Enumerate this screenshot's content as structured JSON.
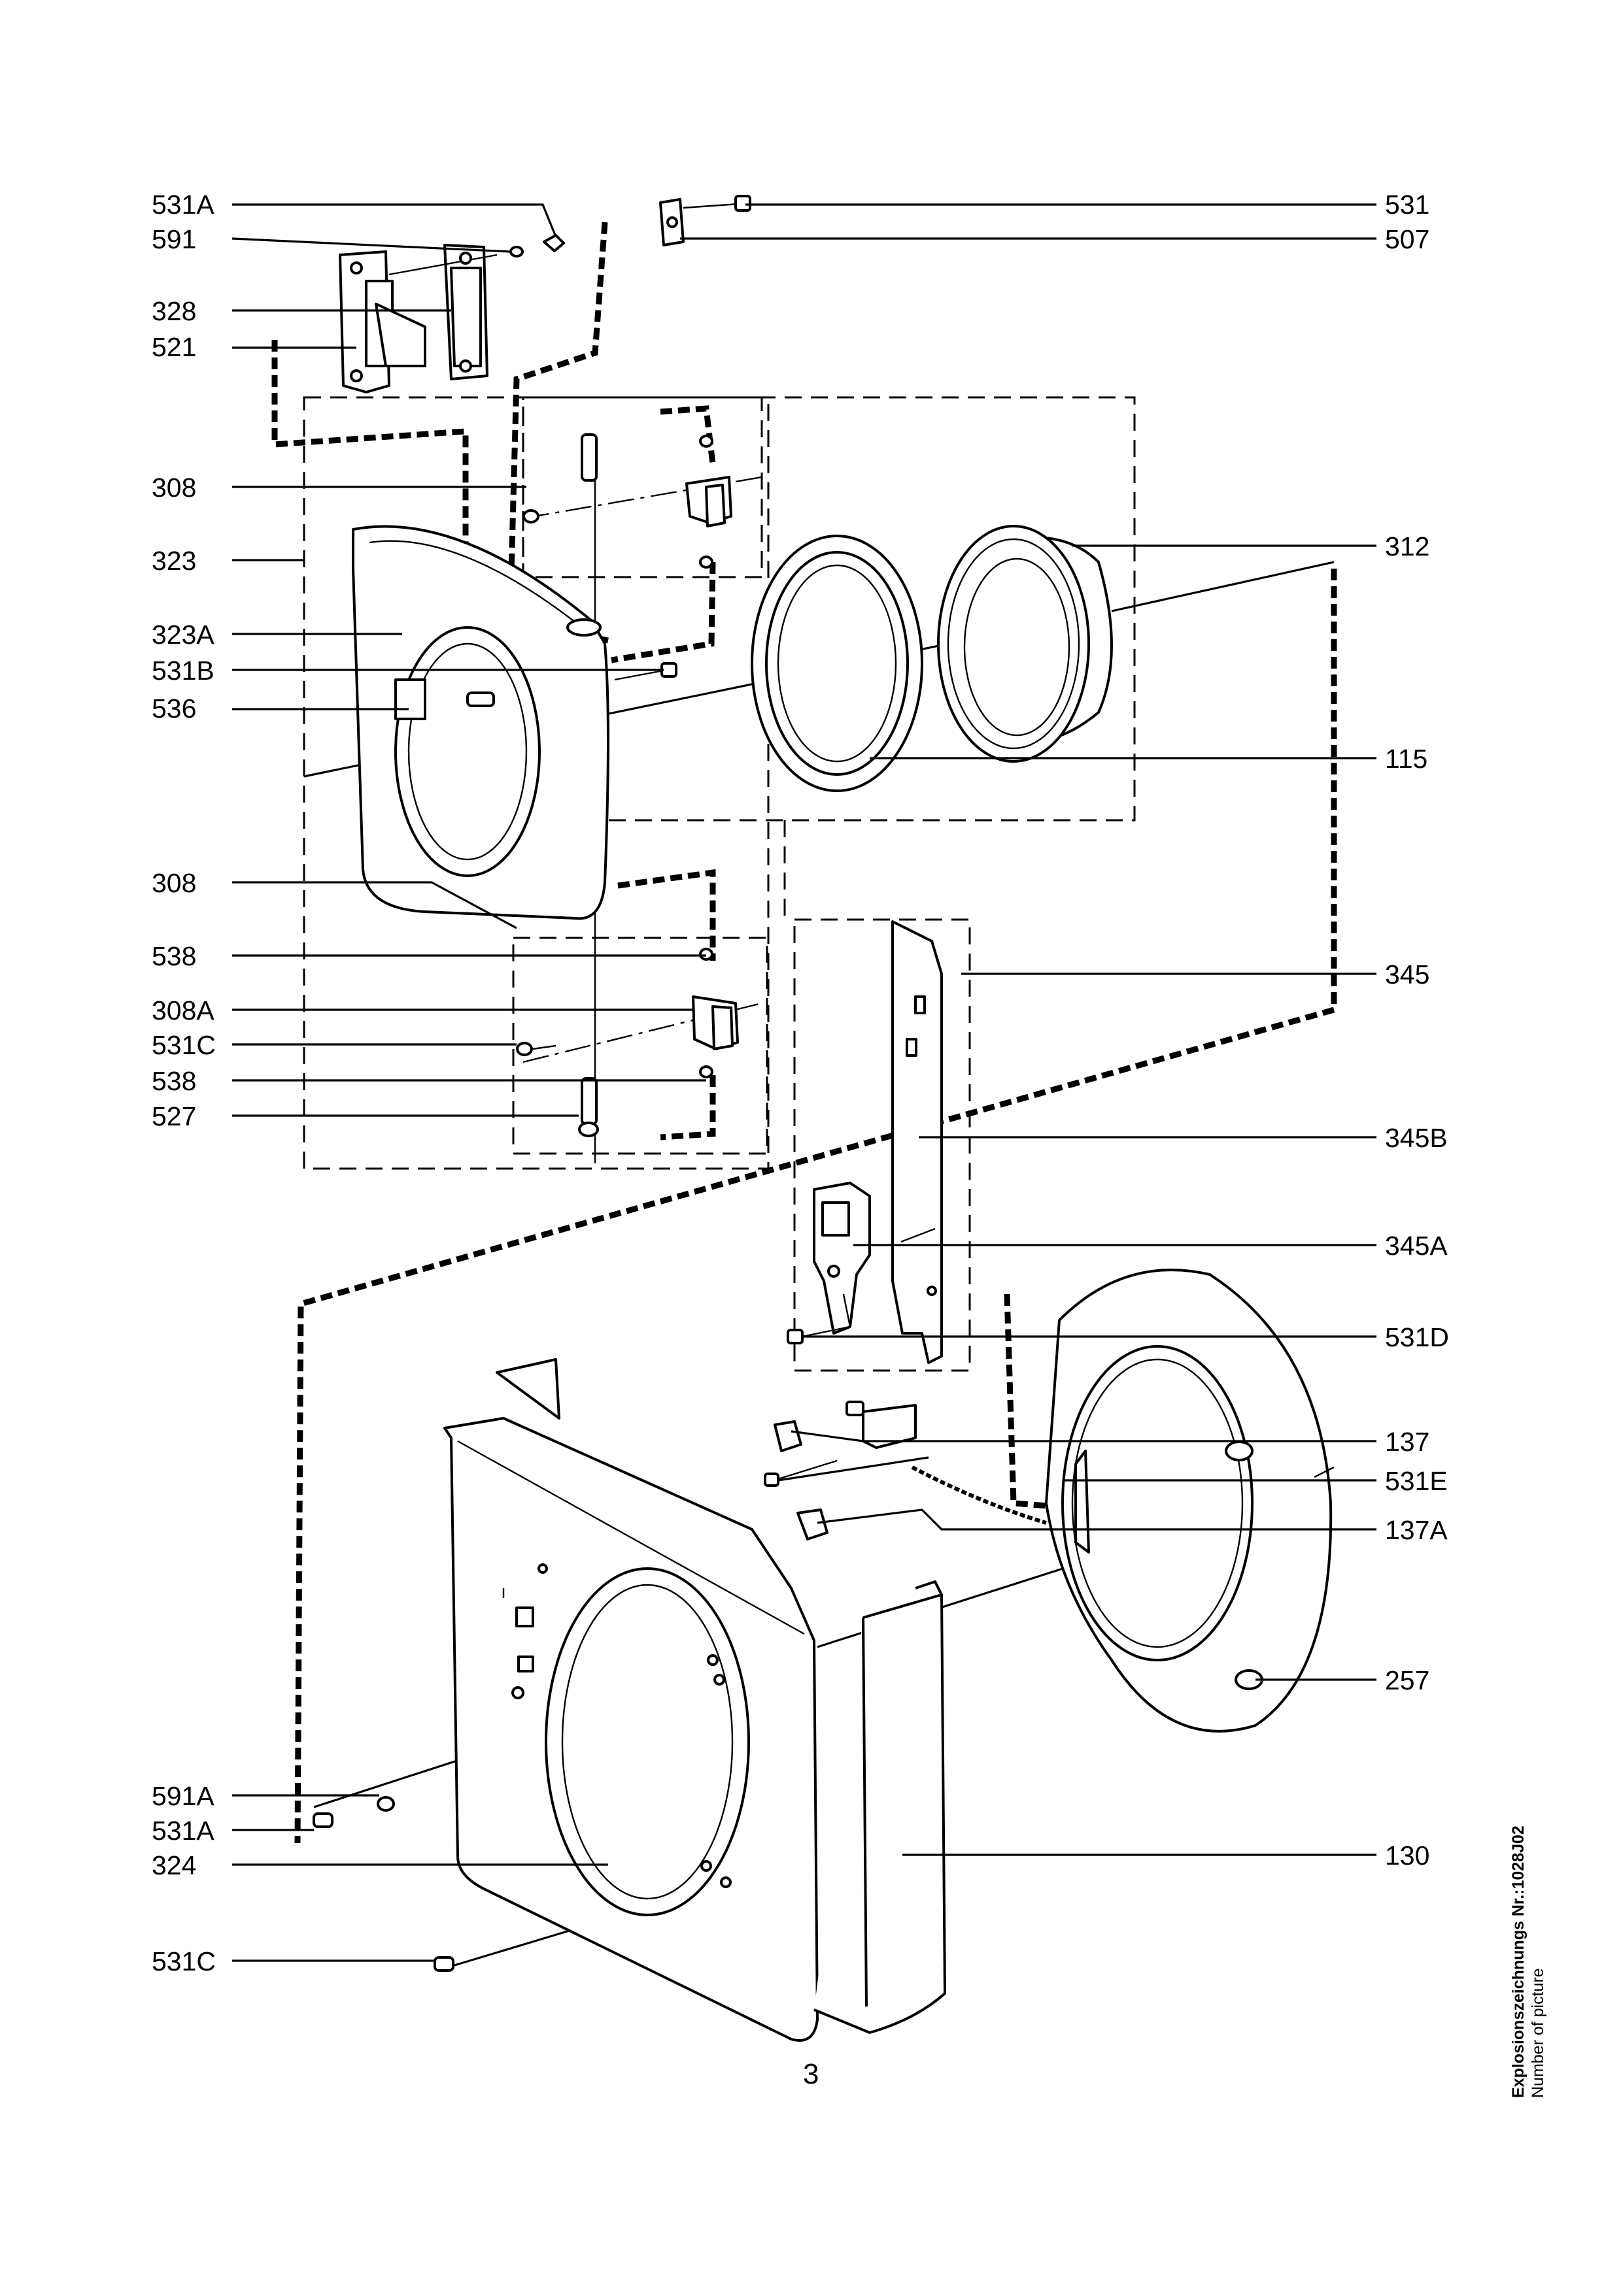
{
  "labels_left": [
    {
      "id": "l-531A-top",
      "text": "531A"
    },
    {
      "id": "l-591",
      "text": "591"
    },
    {
      "id": "l-328",
      "text": "328"
    },
    {
      "id": "l-521",
      "text": "521"
    },
    {
      "id": "l-308-top",
      "text": "308"
    },
    {
      "id": "l-323",
      "text": "323"
    },
    {
      "id": "l-323A",
      "text": "323A"
    },
    {
      "id": "l-531B",
      "text": "531B"
    },
    {
      "id": "l-536",
      "text": "536"
    },
    {
      "id": "l-308-bot",
      "text": "308"
    },
    {
      "id": "l-538-a",
      "text": "538"
    },
    {
      "id": "l-308A",
      "text": "308A"
    },
    {
      "id": "l-531C-a",
      "text": "531C"
    },
    {
      "id": "l-538-b",
      "text": "538"
    },
    {
      "id": "l-527",
      "text": "527"
    },
    {
      "id": "l-591A",
      "text": "591A"
    },
    {
      "id": "l-531A-bot",
      "text": "531A"
    },
    {
      "id": "l-324",
      "text": "324"
    },
    {
      "id": "l-531C-b",
      "text": "531C"
    }
  ],
  "labels_right": [
    {
      "id": "r-531",
      "text": "531"
    },
    {
      "id": "r-507",
      "text": "507"
    },
    {
      "id": "r-312",
      "text": "312"
    },
    {
      "id": "r-115",
      "text": "115"
    },
    {
      "id": "r-345",
      "text": "345"
    },
    {
      "id": "r-345B",
      "text": "345B"
    },
    {
      "id": "r-345A",
      "text": "345A"
    },
    {
      "id": "r-531D",
      "text": "531D"
    },
    {
      "id": "r-137",
      "text": "137"
    },
    {
      "id": "r-531E",
      "text": "531E"
    },
    {
      "id": "r-137A",
      "text": "137A"
    },
    {
      "id": "r-257",
      "text": "257"
    },
    {
      "id": "r-130",
      "text": "130"
    }
  ],
  "page_number": "3",
  "sidebar": {
    "title": "Explosionszeichnungs Nr.:1028J02",
    "subtitle": "Number of picture"
  }
}
